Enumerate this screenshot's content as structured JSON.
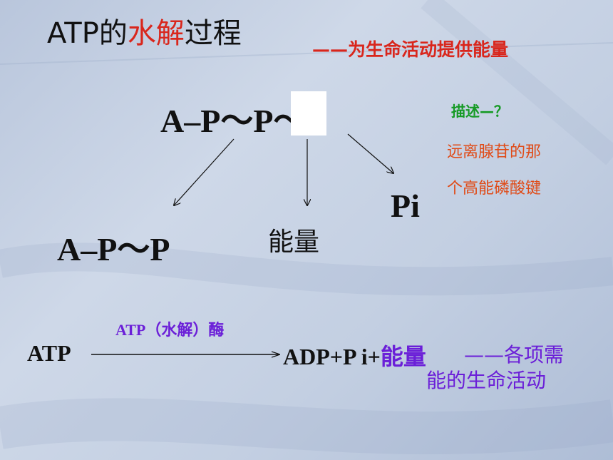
{
  "title": {
    "prefix": "ATP的",
    "highlight": "水解",
    "suffix": "过程"
  },
  "subtitle": "——为生命活动提供能量",
  "formula": "A–P～P～P",
  "products": {
    "adp": "A–P～P",
    "energy": "能量",
    "pi": "Pi"
  },
  "description": {
    "question": "描述—？",
    "answer_line1": "远离腺苷的那",
    "answer_line2": "个高能磷酸键"
  },
  "equation": {
    "reactant": "ATP",
    "enzyme": "ATP（水解）酶",
    "product": "ADP+P i+",
    "energy": "能量",
    "note_line1": "——各项需",
    "note_line2": "能的生命活动"
  },
  "colors": {
    "red": "#d9261c",
    "green": "#159a24",
    "orange": "#e04a16",
    "purple": "#6b1fd8"
  }
}
